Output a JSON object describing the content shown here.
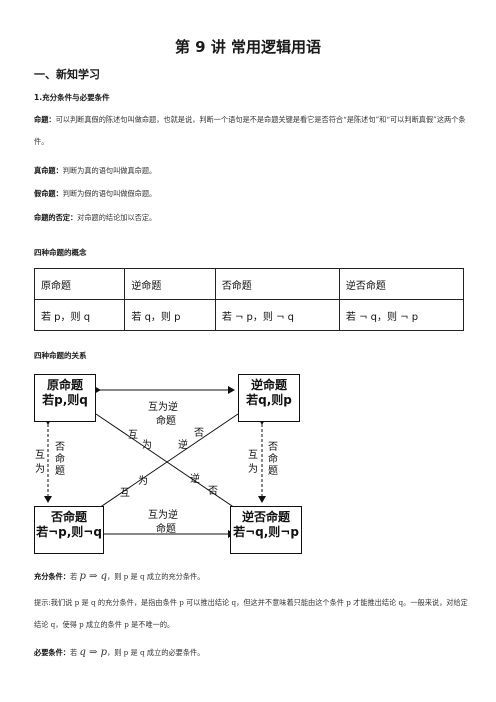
{
  "title": "第 9 讲  常用逻辑用语",
  "section1": "一、新知学习",
  "subsection1": "1.充分条件与必要条件",
  "definitions": {
    "proposition_term": "命题：",
    "proposition_text": "可以判断真假的陈述句叫做命题，也就是说，判断一个语句是不是命题关键是看它是否符合“是陈述句”和“可以判断真假”这两个条件。",
    "true_term": "真命题：",
    "true_text": "判断为真的语句叫做真命题。",
    "false_term": "假命题：",
    "false_text": "判断为假的语句叫做假命题。",
    "negation_term": "命题的否定：",
    "negation_text": "对命题的结论加以否定。"
  },
  "four_concept_heading": "四种命题的概念",
  "table": {
    "headers": [
      "原命题",
      "逆命题",
      "否命题",
      "逆否命题"
    ],
    "forms": [
      "若 p，则 q",
      "若 q，则 p",
      "若 ¬ p，则 ¬ q",
      "若 ¬ q，则 ¬ p"
    ]
  },
  "relation_heading": "四种命题的关系",
  "diagram": {
    "box_original_title": "原命题",
    "box_original_form": "若p,则q",
    "box_converse_title": "逆命题",
    "box_converse_form": "若q,则p",
    "box_inverse_title": "否命题",
    "box_inverse_form": "若¬p,则¬q",
    "box_contra_title": "逆否命题",
    "box_contra_form": "若¬q,则¬p",
    "top_label_1": "互为逆",
    "top_label_2": "命题",
    "bottom_label_1": "互为逆",
    "bottom_label_2": "命题",
    "left_hu": "互",
    "left_wei": "为",
    "left_neg_1": "否",
    "left_neg_2": "命",
    "left_neg_3": "题",
    "right_hu": "互",
    "right_wei": "为",
    "right_neg_1": "否",
    "right_neg_2": "命",
    "right_neg_3": "题",
    "x_upper_hu": "互",
    "x_upper_wei": "为",
    "x_upper_ni": "逆",
    "x_upper_fou": "否",
    "x_lower_wei": "为",
    "x_lower_hu": "互",
    "x_lower_ni": "逆",
    "x_lower_fou": "否"
  },
  "sufficient": {
    "term": "充分条件：",
    "pre": "若",
    "formula": "p ⇒ q",
    "post": "，则 p 是 q 成立的充分条件。"
  },
  "hint": "提示:我们说 p 是 q 的充分条件，是指由条件 p 可以推出结论 q，但这并不意味着只能由这个条件 p 才能推出结论 q。一般来说，对给定结论 q，使得 p 成立的条件 p 是不唯一的。",
  "necessary": {
    "term": "必要条件：",
    "pre": "若",
    "formula": "q ⇒ p",
    "post": "，则 p 是 q 成立的必要条件。"
  }
}
